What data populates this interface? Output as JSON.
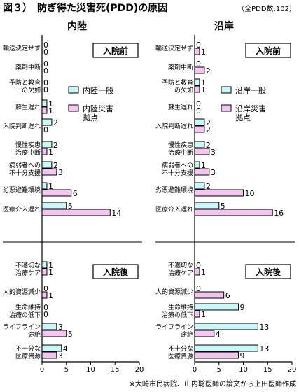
{
  "header": {
    "title": "図３）　防ぎ得た災害死(PDD)の原因",
    "note": "（全PDD数:102）"
  },
  "footer": "※大崎市民病院、山内聡医師の論文から上田医師作成",
  "colors": {
    "general": "#ccf7f7",
    "disaster": "#f3c6ef",
    "stroke": "#000000"
  },
  "chart_data": [
    {
      "type": "bar",
      "orientation": "horizontal",
      "title": "内陸",
      "group_labels": [
        "入院前",
        "入院後"
      ],
      "legend": [
        "内陸一般",
        "内陸災害\n拠点"
      ],
      "xlim": [
        0,
        20
      ],
      "xticks": [
        0,
        5,
        10,
        15,
        20
      ],
      "categories": [
        "輸送決定せず",
        "薬剤中断",
        "予防と教育\nの欠如",
        "蘇生遅れ",
        "入院判断遅れ",
        "慢性疾患\n治療中断",
        "病弱者への\n不十分支援",
        "劣悪避難環境",
        "医療介入遅れ",
        "不適切な\n治療ケア",
        "人的資源減少",
        "生命維持\n治療の低下",
        "ライフライン\n途絶",
        "不十分な\n医療資源"
      ],
      "group_of_category": [
        0,
        0,
        0,
        0,
        0,
        0,
        0,
        0,
        0,
        1,
        1,
        1,
        1,
        1
      ],
      "series": [
        {
          "name": "内陸一般",
          "values": [
            0,
            0,
            0,
            1,
            2,
            2,
            2,
            1,
            5,
            1,
            0,
            0,
            3,
            4
          ]
        },
        {
          "name": "内陸災害\n拠点",
          "values": [
            0,
            0,
            0,
            1,
            0,
            1,
            3,
            6,
            14,
            1,
            1,
            0,
            5,
            3
          ]
        }
      ]
    },
    {
      "type": "bar",
      "orientation": "horizontal",
      "title": "沿岸",
      "group_labels": [
        "入院前",
        "入院後"
      ],
      "legend": [
        "沿岸一般",
        "沿岸災害\n拠点"
      ],
      "xlim": [
        0,
        20
      ],
      "xticks": [
        0,
        5,
        10,
        15,
        20
      ],
      "categories": [
        "輸送決定せず",
        "薬剤中断",
        "予防と教育\nの欠如",
        "蘇生遅れ",
        "入院判断遅れ",
        "慢性疾患\n治療中断",
        "病弱者への\n不十分支援",
        "劣悪避難環境",
        "医療介入遅れ",
        "不適切な\n治療ケア",
        "人的資源減少",
        "生命維持\n治療の低下",
        "ライフライン\n途絶",
        "不十分な\n医療資源"
      ],
      "group_of_category": [
        0,
        0,
        0,
        0,
        0,
        0,
        0,
        0,
        0,
        1,
        1,
        1,
        1,
        1
      ],
      "series": [
        {
          "name": "沿岸一般",
          "values": [
            0,
            0,
            1,
            0,
            2,
            2,
            1,
            2,
            5,
            0,
            0,
            9,
            13,
            13
          ]
        },
        {
          "name": "沿岸災害\n拠点",
          "values": [
            1,
            2,
            1,
            0,
            2,
            3,
            3,
            10,
            16,
            1,
            6,
            1,
            4,
            9
          ]
        }
      ]
    }
  ]
}
